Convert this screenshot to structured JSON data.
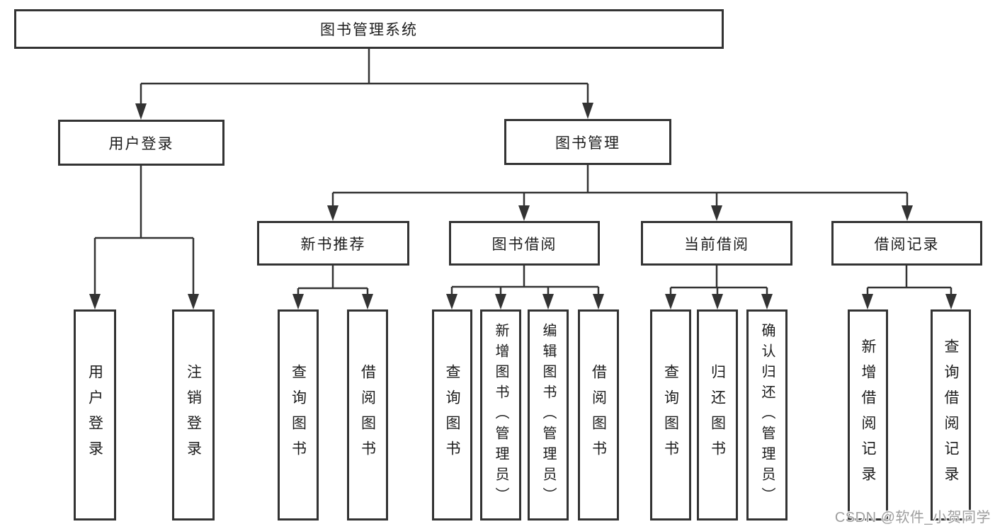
{
  "tree": {
    "label": "图书管理系统",
    "children": [
      {
        "label": "用户登录",
        "children": [
          {
            "label": "用户登录"
          },
          {
            "label": "注销登录"
          }
        ]
      },
      {
        "label": "图书管理",
        "children": [
          {
            "label": "新书推荐",
            "children": [
              {
                "label": "查询图书"
              },
              {
                "label": "借阅图书"
              }
            ]
          },
          {
            "label": "图书借阅",
            "children": [
              {
                "label": "查询图书"
              },
              {
                "label": "新增图书（管理员）"
              },
              {
                "label": "编辑图书（管理员）"
              },
              {
                "label": "借阅图书"
              }
            ]
          },
          {
            "label": "当前借阅",
            "children": [
              {
                "label": "查询图书"
              },
              {
                "label": "归还图书"
              },
              {
                "label": "确认归还（管理员）"
              }
            ]
          },
          {
            "label": "借阅记录",
            "children": [
              {
                "label": "新增借阅记录"
              },
              {
                "label": "查询借阅记录"
              }
            ]
          }
        ]
      }
    ]
  },
  "colors": {
    "line": "#333333",
    "text": "#1c1c1c",
    "watermark": "#9e9e9e"
  },
  "watermark": {
    "text": "CSDN @软件_小贺同学"
  }
}
